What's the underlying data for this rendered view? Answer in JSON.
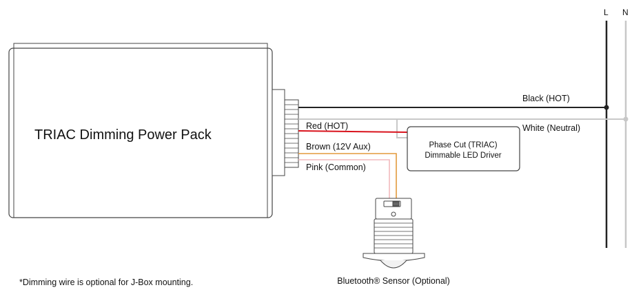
{
  "bus": {
    "line_label": "L",
    "neutral_label": "N"
  },
  "power_pack": {
    "title": "TRIAC Dimming Power Pack"
  },
  "wires": {
    "black": "Black (HOT)",
    "white": "White (Neutral)",
    "red": "Red (HOT)",
    "brown": "Brown (12V Aux)",
    "pink": "Pink (Common)"
  },
  "driver": {
    "line1": "Phase Cut (TRIAC)",
    "line2": "Dimmable LED Driver"
  },
  "sensor": {
    "caption": "Bluetooth® Sensor (Optional)"
  },
  "footnote": "*Dimming wire is optional for J-Box mounting.",
  "colors": {
    "black_wire": "#222222",
    "white_wire": "#c8c8c8",
    "red_wire": "#d9121c",
    "brown_wire": "#e39a3c",
    "pink_wire": "#f2b9bd",
    "outline": "#444444"
  }
}
